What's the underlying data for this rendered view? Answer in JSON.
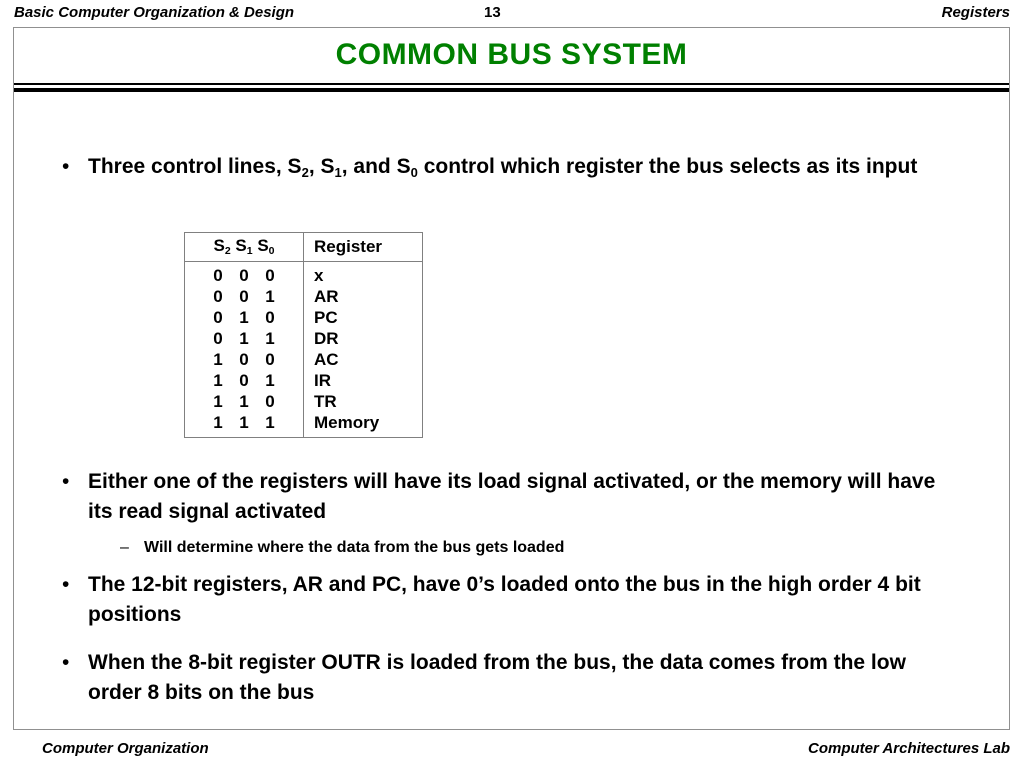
{
  "header": {
    "left_title": "Basic Computer Organization & Design",
    "page_number": "13",
    "right_title": "Registers"
  },
  "slide": {
    "title": "COMMON  BUS  SYSTEM",
    "title_color": "#008000"
  },
  "bullets": [
    {
      "marker": "•",
      "level": 1,
      "text_parts": [
        {
          "t": "Three control lines, S"
        },
        {
          "t": "2",
          "sub": true
        },
        {
          "t": ", S"
        },
        {
          "t": "1",
          "sub": true
        },
        {
          "t": ", and S"
        },
        {
          "t": "0",
          "sub": true
        },
        {
          "t": " control which register the bus selects as its input"
        }
      ],
      "plain": "Three control lines, S2, S1, and S0 control which register the bus selects as its input"
    },
    {
      "marker": "•",
      "level": 1,
      "plain": "Either one of the registers will have its load signal activated, or the memory will have its read signal activated"
    },
    {
      "marker": "–",
      "level": 2,
      "plain": "Will determine where the data from the bus gets loaded"
    },
    {
      "marker": "•",
      "level": 1,
      "plain": "The 12-bit registers, AR and PC, have 0’s loaded onto the bus in the high order 4 bit positions"
    },
    {
      "marker": "•",
      "level": 1,
      "plain": "When the 8-bit register OUTR is loaded from the bus, the data comes from the low order 8 bits on the bus"
    }
  ],
  "table": {
    "headers": {
      "select_parts": [
        {
          "t": "S"
        },
        {
          "t": "2",
          "sub": true
        },
        {
          "t": " S"
        },
        {
          "t": "1",
          "sub": true
        },
        {
          "t": " S"
        },
        {
          "t": "0",
          "sub": true
        }
      ],
      "select_plain": "S2 S1 S0",
      "register": "Register"
    },
    "rows": [
      {
        "s2": "0",
        "s1": "0",
        "s0": "0",
        "register": "x"
      },
      {
        "s2": "0",
        "s1": "0",
        "s0": "1",
        "register": "AR"
      },
      {
        "s2": "0",
        "s1": "1",
        "s0": "0",
        "register": "PC"
      },
      {
        "s2": "0",
        "s1": "1",
        "s0": "1",
        "register": "DR"
      },
      {
        "s2": "1",
        "s1": "0",
        "s0": "0",
        "register": "AC"
      },
      {
        "s2": "1",
        "s1": "0",
        "s0": "1",
        "register": "IR"
      },
      {
        "s2": "1",
        "s1": "1",
        "s0": "0",
        "register": "TR"
      },
      {
        "s2": "1",
        "s1": "1",
        "s0": "1",
        "register": "Memory"
      }
    ]
  },
  "footer": {
    "left": "Computer Organization",
    "right": "Computer Architectures Lab"
  }
}
